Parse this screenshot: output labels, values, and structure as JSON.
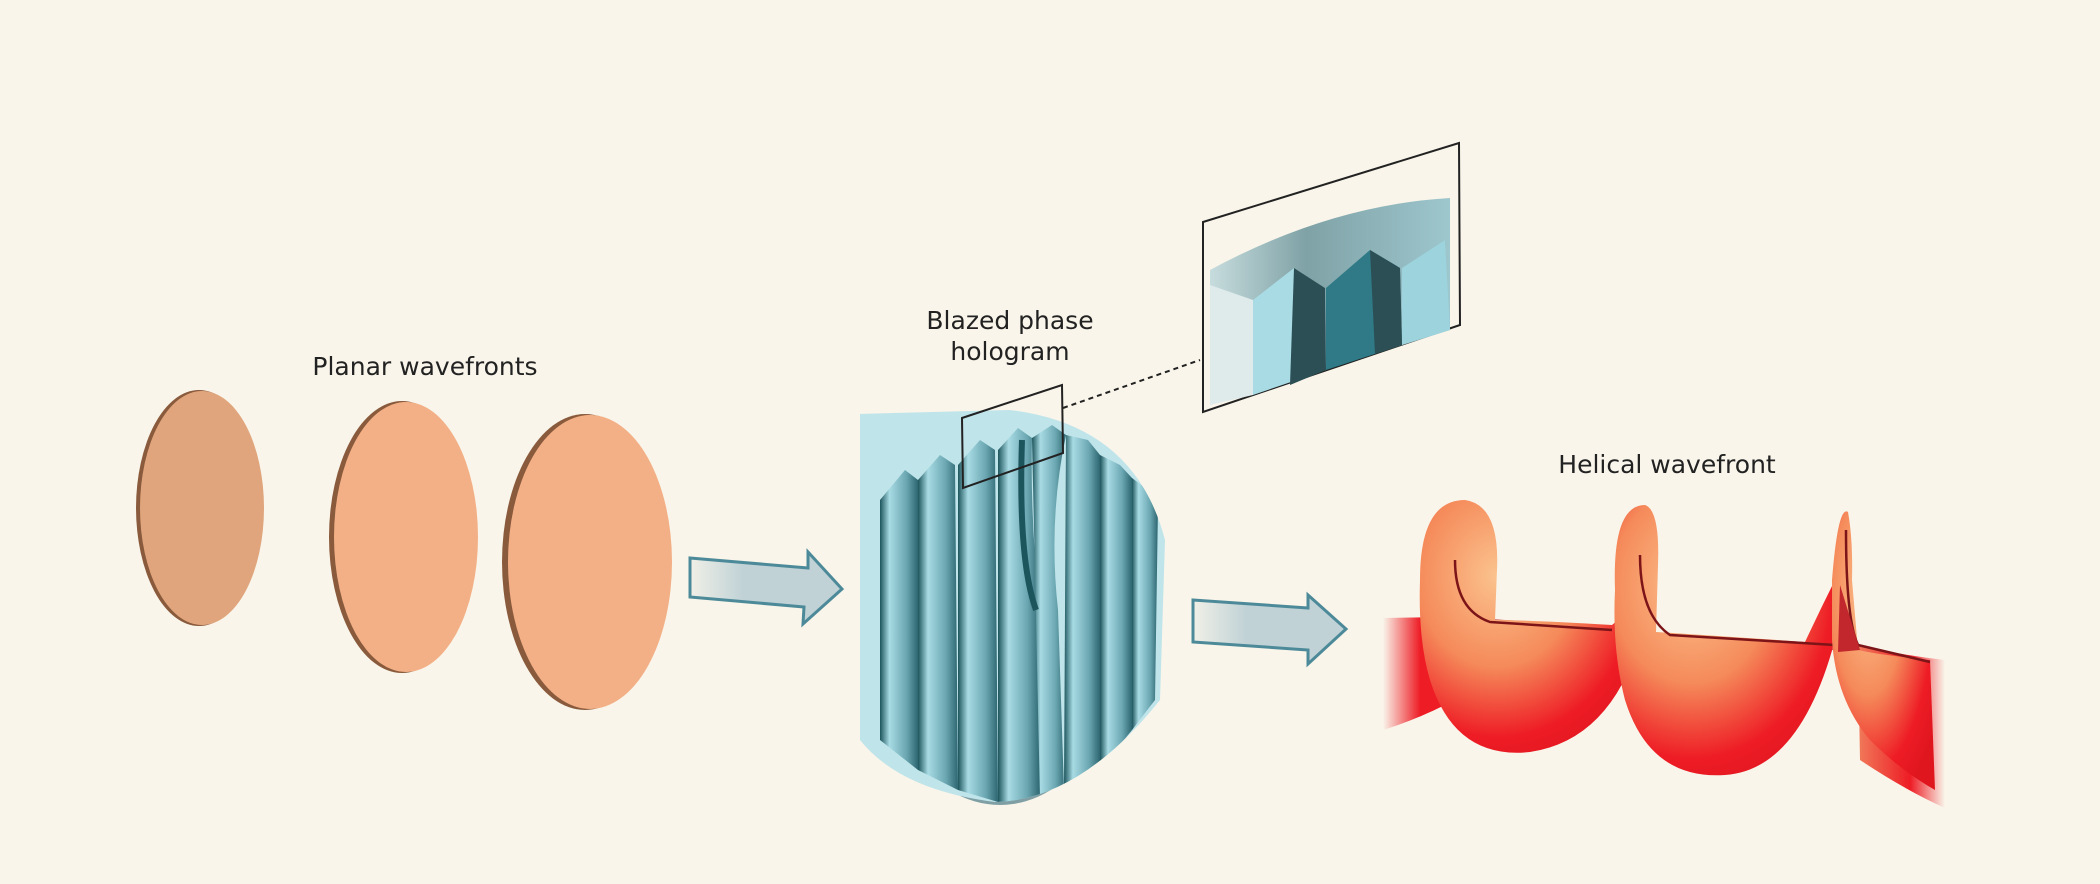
{
  "labels": {
    "planar": "Planar wavefronts",
    "hologram_line1": "Blazed phase",
    "hologram_line2": "hologram",
    "helical": "Helical wavefront"
  },
  "colors": {
    "background": "#f9f5ea",
    "planar_fill": "#f3b086",
    "planar_fill_dark": "#e0a57c",
    "planar_edge": "#8a5a3c",
    "arrow_fill": "#c0d2d6",
    "arrow_edge": "#4d8a99",
    "hologram_base": "#7f9fa4",
    "groove_dark": "#1d555d",
    "groove_light": "#a8dbe4",
    "helix_light": "#f9b07c",
    "helix_red": "#ee1c25",
    "helix_dark": "#7c1418"
  },
  "icons": [
    "planar-wavefront-disc-icon",
    "arrow-right-icon",
    "blazed-hologram-disc-icon",
    "magnified-inset-icon",
    "helical-wavefront-icon"
  ]
}
